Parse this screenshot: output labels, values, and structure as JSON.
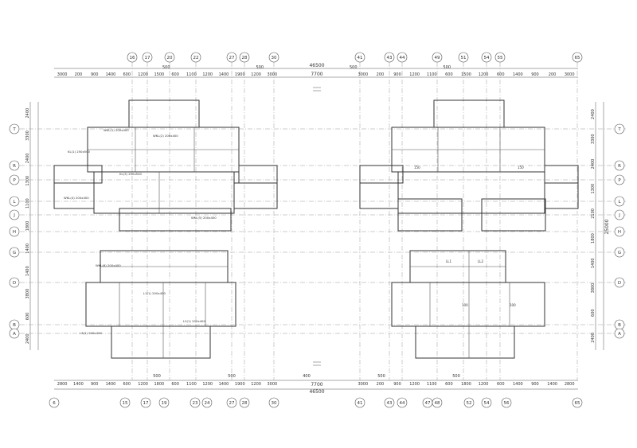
{
  "top_axes": [
    "16",
    "17",
    "20",
    "22",
    "27",
    "28",
    "30",
    "41",
    "43",
    "44",
    "49",
    "51",
    "54",
    "55",
    "65"
  ],
  "bottom_axes": [
    "6",
    "15",
    "17",
    "19",
    "23",
    "24",
    "27",
    "28",
    "30",
    "41",
    "43",
    "44",
    "47",
    "48",
    "52",
    "54",
    "56",
    "65"
  ],
  "row_axes": [
    "T",
    "R",
    "P",
    "L",
    "J",
    "H",
    "G",
    "D",
    "B",
    "A"
  ],
  "top_total": "46500",
  "bottom_total": "46500",
  "top_span_mid": "7700",
  "bottom_span_mid": "7700",
  "top_left_dims": [
    "3000",
    "200",
    "900",
    "1400",
    "600",
    "1200",
    "1500",
    "600",
    "1100",
    "1200",
    "1400",
    "1900",
    "1200",
    "3000"
  ],
  "top_right_dims": [
    "3000",
    "200",
    "900",
    "1200",
    "1100",
    "600",
    "1500",
    "1200",
    "600",
    "1400",
    "900",
    "200",
    "3000"
  ],
  "bottom_left_dims": [
    "2800",
    "1400",
    "900",
    "1400",
    "600",
    "1200",
    "1800",
    "600",
    "1100",
    "1200",
    "1400",
    "1900",
    "1200",
    "3000"
  ],
  "bottom_right_dims": [
    "3000",
    "200",
    "900",
    "1200",
    "1100",
    "600",
    "1800",
    "1200",
    "600",
    "1400",
    "900",
    "1400",
    "2800"
  ],
  "top_upper_dims": [
    "500",
    "500",
    "500",
    "500"
  ],
  "bottom_upper_dims": [
    "500",
    "500",
    "400",
    "500",
    "500"
  ],
  "left_row_dims": [
    "2400",
    "3300",
    "2400",
    "1300",
    "1100",
    "1800",
    "1400",
    "1400",
    "3800",
    "600",
    "2400"
  ],
  "right_row_dims": [
    "2400",
    "3300",
    "2400",
    "1300",
    "2100",
    "1800",
    "1400",
    "3800",
    "600",
    "2400"
  ],
  "side_total": "25000",
  "beam_labels_left": [
    "WKL(1) 200x400",
    "WKL(2) 200x400",
    "KL(1) 250x500",
    "KL(3) 250x500",
    "WKL(4) 200x400",
    "WKL(5) 200x400",
    "WKL(6) 200x400",
    "L1(1) 200x400",
    "L2(1) 200x400",
    "L3(1) 200x400"
  ],
  "beam_labels_right": [
    "LL1",
    "LL2",
    "150",
    "150",
    "100",
    "100"
  ],
  "colors": {
    "line": "#333333",
    "grid": "#9a9a9a",
    "background": "#ffffff"
  }
}
